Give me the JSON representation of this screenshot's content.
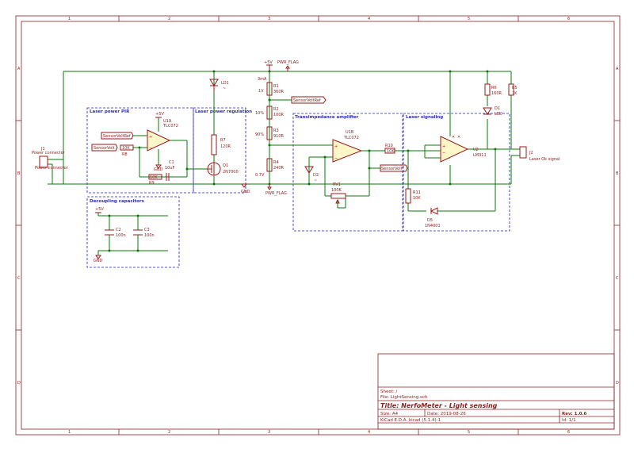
{
  "frame": {
    "cols": [
      "1",
      "2",
      "3",
      "4",
      "5",
      "6"
    ],
    "rows": [
      "A",
      "B",
      "C",
      "D"
    ]
  },
  "blocks": {
    "laser_power_pir": "Laser power PIR",
    "laser_power_regulation": "Laser power regulation",
    "decoupling": "Decoupling capacitors",
    "transimpedance": "Transimpedance amplifier",
    "laser_signaling": "Laser signaling"
  },
  "nets": {
    "p5v_top": "+5V",
    "pwr_flag_top": "PWR_FLAG",
    "pwr_flag_bot": "PWR_FLAG",
    "gnd_reg": "GND",
    "gnd_pir": "GND",
    "gnd_dec": "GND",
    "p5v_pir": "+5V",
    "p5v_dec": "+5V",
    "sensor_volt_ref_pir": "SensorVoltRef",
    "sensor_volt_pir": "SensorVolt",
    "sensor_volt_ref_top": "SensorVoltRef",
    "sensor_volt_tia": "SensorVolt"
  },
  "annotations": {
    "i3ma": "3mA",
    "v1": "1V",
    "p10": "10%",
    "p90": "90%",
    "v07": "0.7V"
  },
  "components": {
    "j1_ref": "J1",
    "j1_val1": "Power connector",
    "j1_val2": "Power connector",
    "j2_ref": "J2",
    "j2_val": "Laser Ok signal",
    "u1a_ref": "U1A",
    "u1a_val": "TLC072",
    "u1b_ref": "U1B",
    "u1b_val": "TLC072",
    "u2_ref": "U2",
    "u2_val": "LM311",
    "r1_ref": "R1",
    "r1_val": "360R",
    "r2_ref": "R2",
    "r2_val": "100R",
    "r3_ref": "R3",
    "r3_val": "910R",
    "r4_ref": "R4",
    "r4_val": "240R",
    "r5_ref": "R5",
    "r5_val": "1K",
    "r6_ref": "R6",
    "r6_val": "160R",
    "r7_ref": "R7",
    "r7_val": "120R",
    "r8_ref": "R8",
    "r8_val": "10K",
    "r9_ref": "R9",
    "r9_val": "10K",
    "r10_ref": "R10",
    "r10_val": "10K",
    "r11_ref": "R11",
    "r11_val": "10K",
    "rv1_ref": "RV1",
    "rv1_val": "100K",
    "c1_ref": "C1",
    "c1_val": "10uF",
    "c2_ref": "C2",
    "c2_val": "100n",
    "c3_ref": "C3",
    "c3_val": "100n",
    "q1_ref": "Q1",
    "q1_val": "2N7000",
    "ld1_ref": "LD1",
    "ld1_val": "~",
    "d1_ref": "D1",
    "d1_val": "LED",
    "d2_ref": "D2",
    "d2_val": "~",
    "d5_ref": "D5",
    "d5_val": "1N4001"
  },
  "title_block": {
    "sheet": "Sheet: /",
    "file": "File: LightSensing.sch",
    "title": "Title: NerfoMeter - Light sensing",
    "size": "Size: A4",
    "date": "Date: 2019-08-26",
    "rev": "Rev: 1.0.6",
    "tool": "KiCad E.D.A.  kicad (5.1.4)-1",
    "id": "Id: 1/1"
  }
}
